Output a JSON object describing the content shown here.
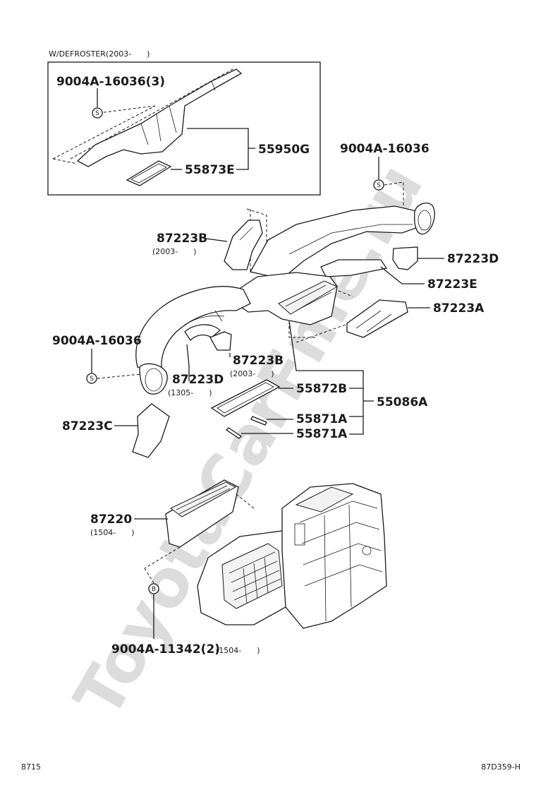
{
  "watermark": "ToyotaCarFme.ru",
  "inset_header": "W/DEFROSTER(2003-　　)",
  "labels": {
    "screw_top": "9004A-16036(3)",
    "defroster_assy": "55950G",
    "defroster_seal": "55873E",
    "screw_right": "9004A-16036",
    "duct_b": "87223B",
    "duct_b_sub": "(2003-　　)",
    "duct_d_right": "87223D",
    "duct_e": "87223E",
    "duct_a": "87223A",
    "screw_left": "9004A-16036",
    "duct_b2": "87223B",
    "duct_b2_sub": "(2003-　　)",
    "duct_d_left": "87223D",
    "duct_d_left_sub": "(1305-　　)",
    "seal_b": "55872B",
    "duct_assy": "55086A",
    "seal_a1": "55871A",
    "seal_a2": "55871A",
    "duct_c": "87223C",
    "filter": "87220",
    "filter_sub": "(1504-　　)",
    "screw_bottom": "9004A-11342(2)",
    "screw_bottom_sub": "(1504-　　)"
  },
  "symbols": {
    "s": "S",
    "b": "B"
  },
  "footer": {
    "left": "8715",
    "right": "87D359-H"
  }
}
